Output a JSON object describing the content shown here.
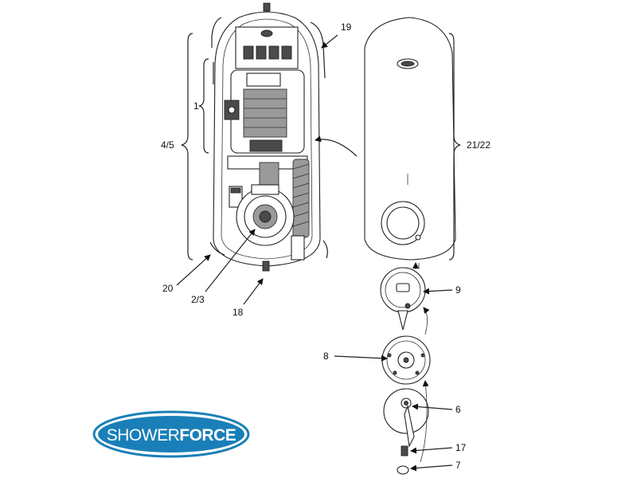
{
  "callouts": {
    "c1": "1",
    "c4_5": "4/5",
    "c19": "19",
    "c21_22": "21/22",
    "c20": "20",
    "c2_3": "2/3",
    "c18": "18",
    "c9": "9",
    "c8": "8",
    "c6": "6",
    "c17": "17",
    "c7": "7"
  },
  "logo": {
    "part1": "SHOWER",
    "part2": "FORCE",
    "color": "#1a7fb8"
  }
}
